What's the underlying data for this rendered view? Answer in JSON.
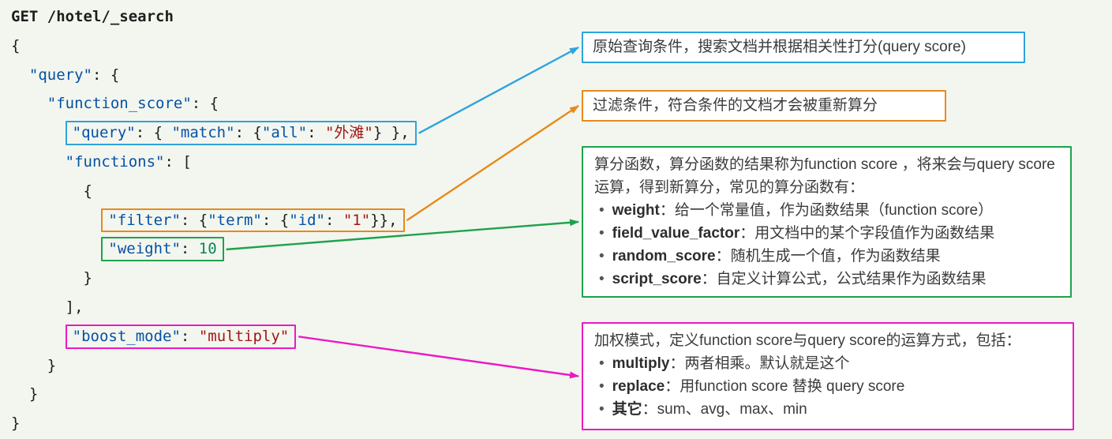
{
  "colors": {
    "bg": "#f3f6ef",
    "blue": "#2ea3dc",
    "orange": "#e8891c",
    "green": "#1fa24d",
    "magenta": "#ed18c5",
    "key": "#0451a5",
    "string": "#a31515",
    "number": "#098658",
    "plain": "#1d1d1d",
    "text": "#3b3b3b"
  },
  "bullet_char": "•",
  "code": {
    "lines": [
      {
        "indent": "",
        "tokens": [
          {
            "text": "GET /hotel/_search"
          }
        ]
      },
      {
        "indent": "",
        "tokens": [
          {
            "text": "{"
          }
        ]
      },
      {
        "indent": "  ",
        "tokens": [
          {
            "text": "\"query\""
          },
          {
            "text": ": {"
          }
        ]
      },
      {
        "indent": "    ",
        "tokens": [
          {
            "text": "\"function_score\""
          },
          {
            "text": ": {"
          }
        ]
      },
      {
        "indent": "      ",
        "tokens": [
          {
            "text": "\"query\""
          },
          {
            "text": ": { "
          },
          {
            "text": "\"match\""
          },
          {
            "text": ": {"
          },
          {
            "text": "\"all\""
          },
          {
            "text": ": "
          },
          {
            "text": "\"外滩\""
          },
          {
            "text": "} },"
          }
        ]
      },
      {
        "indent": "      ",
        "tokens": [
          {
            "text": "\"functions\""
          },
          {
            "text": ": ["
          }
        ]
      },
      {
        "indent": "        ",
        "tokens": [
          {
            "text": "{"
          }
        ]
      },
      {
        "indent": "          ",
        "tokens": [
          {
            "text": "\"filter\""
          },
          {
            "text": ": {"
          },
          {
            "text": "\"term\""
          },
          {
            "text": ": {"
          },
          {
            "text": "\"id\""
          },
          {
            "text": ": "
          },
          {
            "text": "\"1\""
          },
          {
            "text": "}},"
          }
        ]
      },
      {
        "indent": "          ",
        "tokens": [
          {
            "text": "\"weight\""
          },
          {
            "text": ": "
          },
          {
            "text": "10"
          }
        ]
      },
      {
        "indent": "        ",
        "tokens": [
          {
            "text": "}"
          }
        ]
      },
      {
        "indent": "      ",
        "tokens": [
          {
            "text": "],"
          }
        ]
      },
      {
        "indent": "      ",
        "tokens": [
          {
            "text": "\"boost_mode\""
          },
          {
            "text": ": "
          },
          {
            "text": "\"multiply\""
          }
        ]
      },
      {
        "indent": "    ",
        "tokens": [
          {
            "text": "}"
          }
        ]
      },
      {
        "indent": "  ",
        "tokens": [
          {
            "text": "}"
          }
        ]
      },
      {
        "indent": "",
        "tokens": [
          {
            "text": "}"
          }
        ]
      }
    ]
  },
  "annotations": {
    "query_score": {
      "text": "原始查询条件，搜索文档并根据相关性打分(query score)"
    },
    "filter": {
      "text": "过滤条件，符合条件的文档才会被重新算分"
    },
    "functions": {
      "intro": "算分函数，算分函数的结果称为function score ，将来会与query score运算，得到新算分，常见的算分函数有：",
      "bullets": [
        {
          "term": "weight",
          "desc": "：给一个常量值，作为函数结果（function score）"
        },
        {
          "term": "field_value_factor",
          "desc": "：用文档中的某个字段值作为函数结果"
        },
        {
          "term": "random_score",
          "desc": "：随机生成一个值，作为函数结果"
        },
        {
          "term": "script_score",
          "desc": "：自定义计算公式，公式结果作为函数结果"
        }
      ]
    },
    "boost_mode": {
      "intro": "加权模式，定义function score与query score的运算方式，包括：",
      "bullets": [
        {
          "term": "multiply",
          "desc": "：两者相乘。默认就是这个"
        },
        {
          "term": "replace",
          "desc": "：用function score 替换 query score"
        },
        {
          "term": "其它",
          "desc": "：sum、avg、max、min"
        }
      ]
    }
  },
  "arrows": [
    {
      "from": "hl-query",
      "to": "ann-query",
      "color": "blue"
    },
    {
      "from": "hl-filter",
      "to": "ann-filter",
      "color": "orange"
    },
    {
      "from": "hl-weight",
      "to": "ann-functions",
      "color": "green"
    },
    {
      "from": "hl-boost",
      "to": "ann-boost",
      "color": "magenta"
    }
  ]
}
